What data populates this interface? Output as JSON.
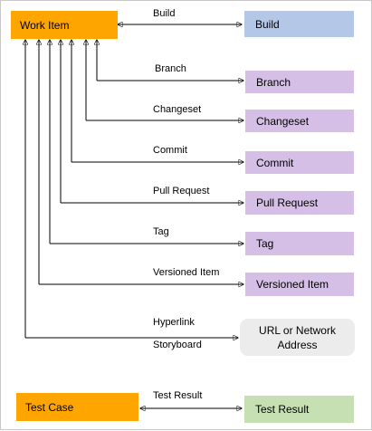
{
  "diagram": {
    "nodes": {
      "work_item": "Work Item",
      "build": "Build",
      "branch": "Branch",
      "changeset": "Changeset",
      "commit": "Commit",
      "pull_request": "Pull Request",
      "tag": "Tag",
      "versioned_item": "Versioned Item",
      "url_line1": "URL or Network",
      "url_line2": "Address",
      "test_case": "Test Case",
      "test_result": "Test Result"
    },
    "links": {
      "build": "Build",
      "branch": "Branch",
      "changeset": "Changeset",
      "commit": "Commit",
      "pull_request": "Pull Request",
      "tag": "Tag",
      "versioned_item": "Versioned Item",
      "hyperlink": "Hyperlink",
      "storyboard": "Storyboard",
      "test_result": "Test Result"
    },
    "colors": {
      "work_item": "#ffa500",
      "build": "#b4c7e7",
      "artifact": "#d5bfe6",
      "url": "#ececec",
      "test_result": "#c6e0b4"
    }
  }
}
